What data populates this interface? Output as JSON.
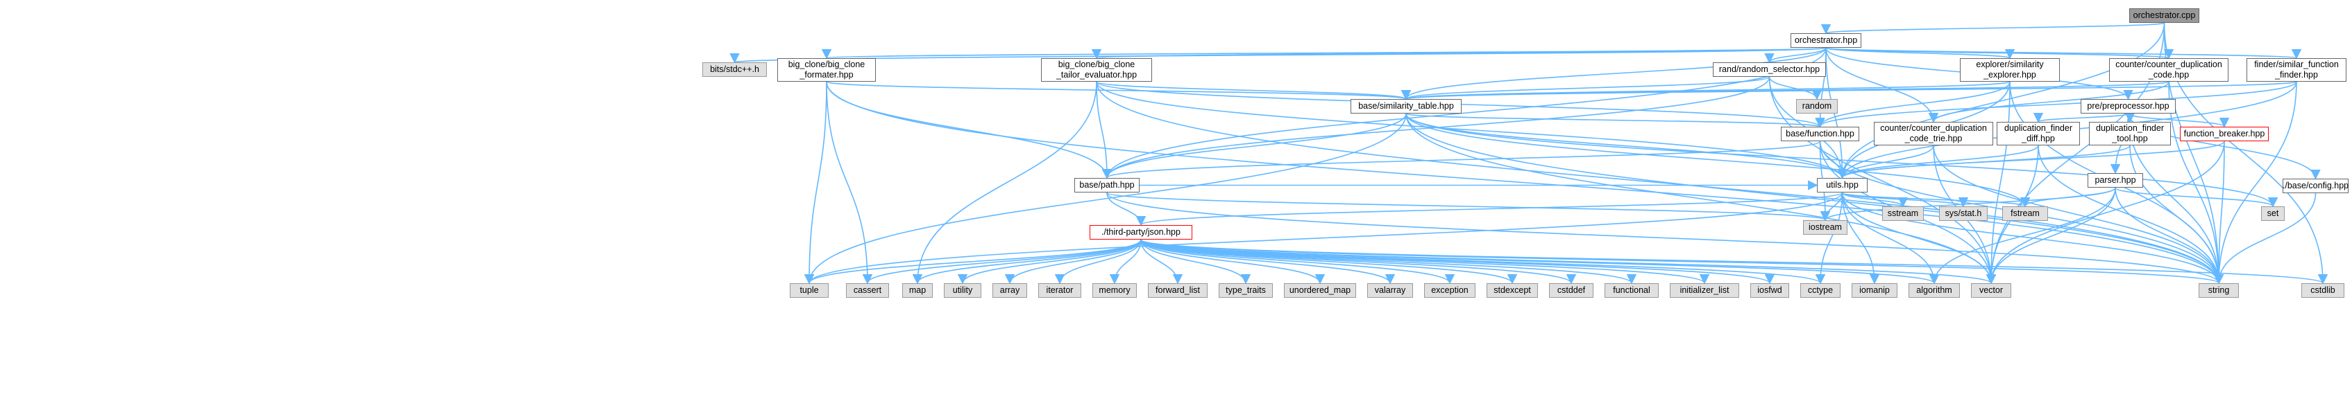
{
  "graph": {
    "colors": {
      "edge": "#63b8ff",
      "node_border": "#666666",
      "system_header_fill": "#e0e0e0",
      "root_fill": "#999999",
      "incomplete_border": "#ff0000"
    },
    "nodes": {
      "orchestrator_cpp": "orchestrator.cpp",
      "orchestrator_hpp": "orchestrator.hpp",
      "bits_stdcpp": "bits/stdc++.h",
      "big_clone_formater": "big_clone/big_clone\n_formater.hpp",
      "big_clone_tailor": "big_clone/big_clone\n_tailor_evaluator.hpp",
      "rand_random_selector": "rand/random_selector.hpp",
      "explorer_similarity": "explorer/similarity\n_explorer.hpp",
      "counter_dup_code": "counter/counter_duplication\n_code.hpp",
      "finder_similar": "finder/similar_function\n_finder.hpp",
      "random": "random",
      "similarity_table": "base/similarity_table.hpp",
      "pre_preprocessor": "pre/preprocessor.hpp",
      "base_function": "base/function.hpp",
      "counter_dup_trie": "counter/counter_duplication\n_code_trie.hpp",
      "dup_finder_diff": "duplication_finder\n_diff.hpp",
      "dup_finder_tool": "duplication_finder\n_tool.hpp",
      "function_breaker": "function_breaker.hpp",
      "base_path": "base/path.hpp",
      "utils": "utils.hpp",
      "parser": "parser.hpp",
      "base_config": "./base/config.hpp",
      "json": "./third-party/json.hpp",
      "iostream": "iostream",
      "sstream": "sstream",
      "sys_stat": "sys/stat.h",
      "fstream": "fstream",
      "set": "set",
      "tuple": "tuple",
      "cassert": "cassert",
      "map": "map",
      "utility": "utility",
      "array": "array",
      "iterator": "iterator",
      "memory": "memory",
      "forward_list": "forward_list",
      "type_traits": "type_traits",
      "unordered_map": "unordered_map",
      "valarray": "valarray",
      "exception": "exception",
      "stdexcept": "stdexcept",
      "cstddef": "cstddef",
      "functional": "functional",
      "initializer_list": "initializer_list",
      "iosfwd": "iosfwd",
      "cctype": "cctype",
      "iomanip": "iomanip",
      "algorithm": "algorithm",
      "vector": "vector",
      "string": "string",
      "cstdlib": "cstdlib"
    }
  }
}
